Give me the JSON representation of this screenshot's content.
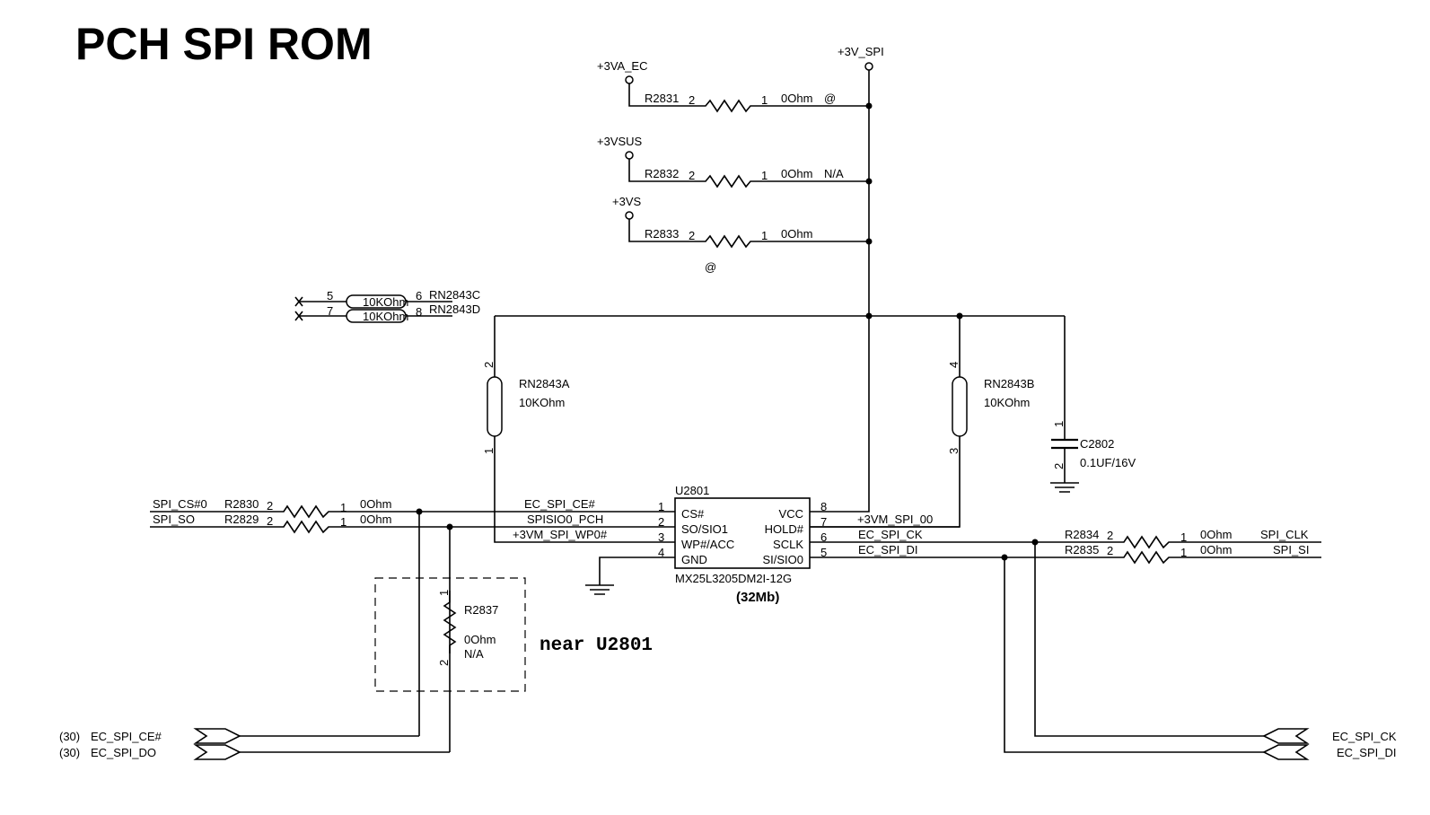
{
  "title": "PCH SPI ROM",
  "power": {
    "v3_spi": "+3V_SPI",
    "v3va_ec": "+3VA_EC",
    "v3vsus": "+3VSUS",
    "v3vs": "+3VS"
  },
  "r2831": {
    "ref": "R2831",
    "p2": "2",
    "p1": "1",
    "value": "0Ohm",
    "note": "@"
  },
  "r2832": {
    "ref": "R2832",
    "p2": "2",
    "p1": "1",
    "value": "0Ohm",
    "note": "N/A"
  },
  "r2833": {
    "ref": "R2833",
    "p2": "2",
    "p1": "1",
    "value": "0Ohm",
    "note": "@"
  },
  "rn2843c": {
    "ref": "RN2843C",
    "pin_a": "5",
    "pin_b": "6",
    "value": "10KOhm"
  },
  "rn2843d": {
    "ref": "RN2843D",
    "pin_a": "7",
    "pin_b": "8",
    "value": "10KOhm"
  },
  "rn2843a": {
    "ref": "RN2843A",
    "value": "10KOhm",
    "pin_top": "2",
    "pin_bot": "1"
  },
  "rn2843b": {
    "ref": "RN2843B",
    "value": "10KOhm",
    "pin_top": "4",
    "pin_bot": "3"
  },
  "c2802": {
    "ref": "C2802",
    "value": "0.1UF/16V",
    "pin_top": "1",
    "pin_bot": "2"
  },
  "u2801": {
    "ref": "U2801",
    "part": "MX25L3205DM2I-12G",
    "size": "(32Mb)",
    "left_pins": [
      {
        "num": "1",
        "name": "CS#"
      },
      {
        "num": "2",
        "name": "SO/SIO1"
      },
      {
        "num": "3",
        "name": "WP#/ACC"
      },
      {
        "num": "4",
        "name": "GND"
      }
    ],
    "right_pins": [
      {
        "num": "8",
        "name": "VCC"
      },
      {
        "num": "7",
        "name": "HOLD#"
      },
      {
        "num": "6",
        "name": "SCLK"
      },
      {
        "num": "5",
        "name": "SI/SIO0"
      }
    ]
  },
  "nets": {
    "ec_spi_ce": "EC_SPI_CE#",
    "spisio0_pch": "SPISIO0_PCH",
    "spi_wp0": "+3VM_SPI_WP0#",
    "spi_00": "+3VM_SPI_00",
    "ec_spi_ck": "EC_SPI_CK",
    "ec_spi_di": "EC_SPI_DI"
  },
  "left_signals": {
    "spi_cs0": "SPI_CS#0",
    "spi_so": "SPI_SO"
  },
  "r2830": {
    "ref": "R2830",
    "p2": "2",
    "p1": "1",
    "value": "0Ohm"
  },
  "r2829": {
    "ref": "R2829",
    "p2": "2",
    "p1": "1",
    "value": "0Ohm"
  },
  "r2834": {
    "ref": "R2834",
    "p2": "2",
    "p1": "1",
    "value": "0Ohm"
  },
  "r2835": {
    "ref": "R2835",
    "p2": "2",
    "p1": "1",
    "value": "0Ohm"
  },
  "right_signals": {
    "spi_clk": "SPI_CLK",
    "spi_si": "SPI_SI"
  },
  "r2837": {
    "ref": "R2837",
    "value": "0Ohm",
    "note": "N/A",
    "p1": "1",
    "p2": "2"
  },
  "near_note": "near U2801",
  "bottom_left": {
    "ref1": "(30)",
    "sig1": "EC_SPI_CE#",
    "ref2": "(30)",
    "sig2": "EC_SPI_DO"
  },
  "bottom_right": {
    "sig1": "EC_SPI_CK",
    "sig2": "EC_SPI_DI"
  }
}
